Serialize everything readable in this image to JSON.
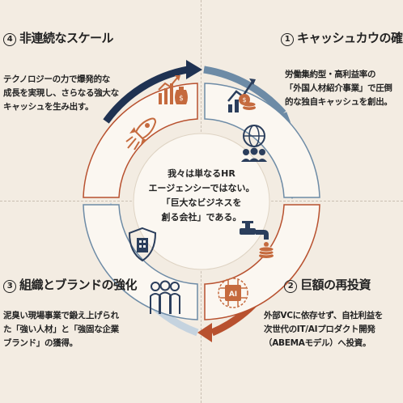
{
  "quadrants": {
    "q1": {
      "number": "1",
      "title": "キャッシュカウの確立",
      "lines": [
        "労働集約型・高利益率の",
        "「外国人材紹介事業」で圧倒",
        "的な独自キャッシュを創出。"
      ]
    },
    "q2": {
      "number": "2",
      "title": "巨額の再投資",
      "lines": [
        "外部VCに依存せず、自社利益を",
        "次世代のIT/AIプロダクト開発",
        "（ABEMAモデル）へ投資。"
      ]
    },
    "q3": {
      "number": "3",
      "title": "組織とブランドの強化",
      "lines": [
        "泥臭い現場事業で鍛え上げられ",
        "た「強い人材」と「強固な企業",
        "ブランド」の獲得。"
      ]
    },
    "q4": {
      "number": "4",
      "title": "非連続なスケール",
      "lines": [
        "テクノロジーの力で爆発的な",
        "成長を実現し、さらなる強大な",
        "キャッシュを生み出す。"
      ]
    }
  },
  "center": {
    "lines": [
      "我々は単なるHR",
      "エージェンシーではない。",
      "「巨大なビジネスを",
      "創る会社」である。"
    ]
  },
  "colors": {
    "background": "#f3ece2",
    "navy": "#1f3252",
    "steel_blue": "#6d8ba6",
    "rust": "#b8512f",
    "light_blue": "#c5d3df",
    "icon_navy": "#2b3e5c",
    "icon_orange": "#c56a3e"
  },
  "icons": {
    "q1": [
      "growth-chart-coins-icon",
      "globe-people-icon"
    ],
    "q2": [
      "faucet-coins-icon",
      "ai-chip-icon"
    ],
    "q3": [
      "shield-building-icon",
      "team-people-icon"
    ],
    "q4": [
      "money-bag-chart-icon",
      "rocket-icon"
    ]
  }
}
